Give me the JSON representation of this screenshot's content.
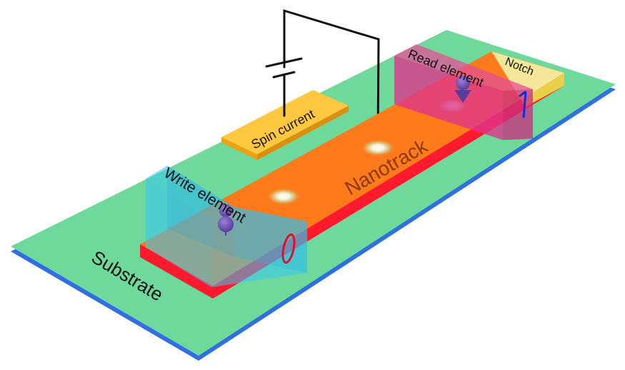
{
  "labels": {
    "substrate": "Substrate",
    "nanotrack": "Nanotrack",
    "spin_current": "Spin current",
    "write_element": "Write element",
    "read_element": "Read element",
    "notch": "Notch",
    "bit_zero": "0",
    "bit_one": "1"
  },
  "colors": {
    "substrate_top": "#6fd99c",
    "substrate_edge": "#2f6fe0",
    "track_top": "#ff7a1a",
    "track_side": "#ff1a2e",
    "spin_pad": "#ffc840",
    "write_box": "#38c6f0",
    "read_box": "#d8408a",
    "notch": "#f4e79a",
    "wire": "#111111",
    "bit_zero": "#e0102a",
    "bit_one": "#1a2ad6"
  }
}
